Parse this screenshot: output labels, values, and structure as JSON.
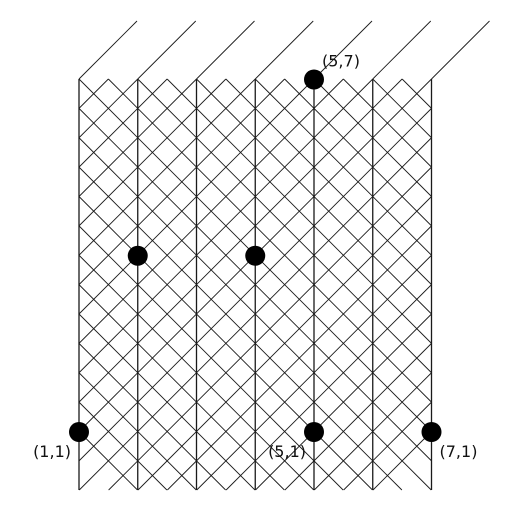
{
  "diagram": {
    "points": [
      {
        "i": 1,
        "j": 1,
        "label": "(1,1)",
        "label_side": "left"
      },
      {
        "i": 5,
        "j": 1,
        "label": "(5,1)",
        "label_side": "left"
      },
      {
        "i": 7,
        "j": 1,
        "label": "(7,1)",
        "label_side": "right"
      },
      {
        "i": 5,
        "j": 7,
        "label": "(5,7)",
        "label_side": "above"
      },
      {
        "i": 2,
        "j": 4,
        "label": "",
        "label_side": "none"
      },
      {
        "i": 4,
        "j": 4,
        "label": "",
        "label_side": "none"
      }
    ]
  }
}
